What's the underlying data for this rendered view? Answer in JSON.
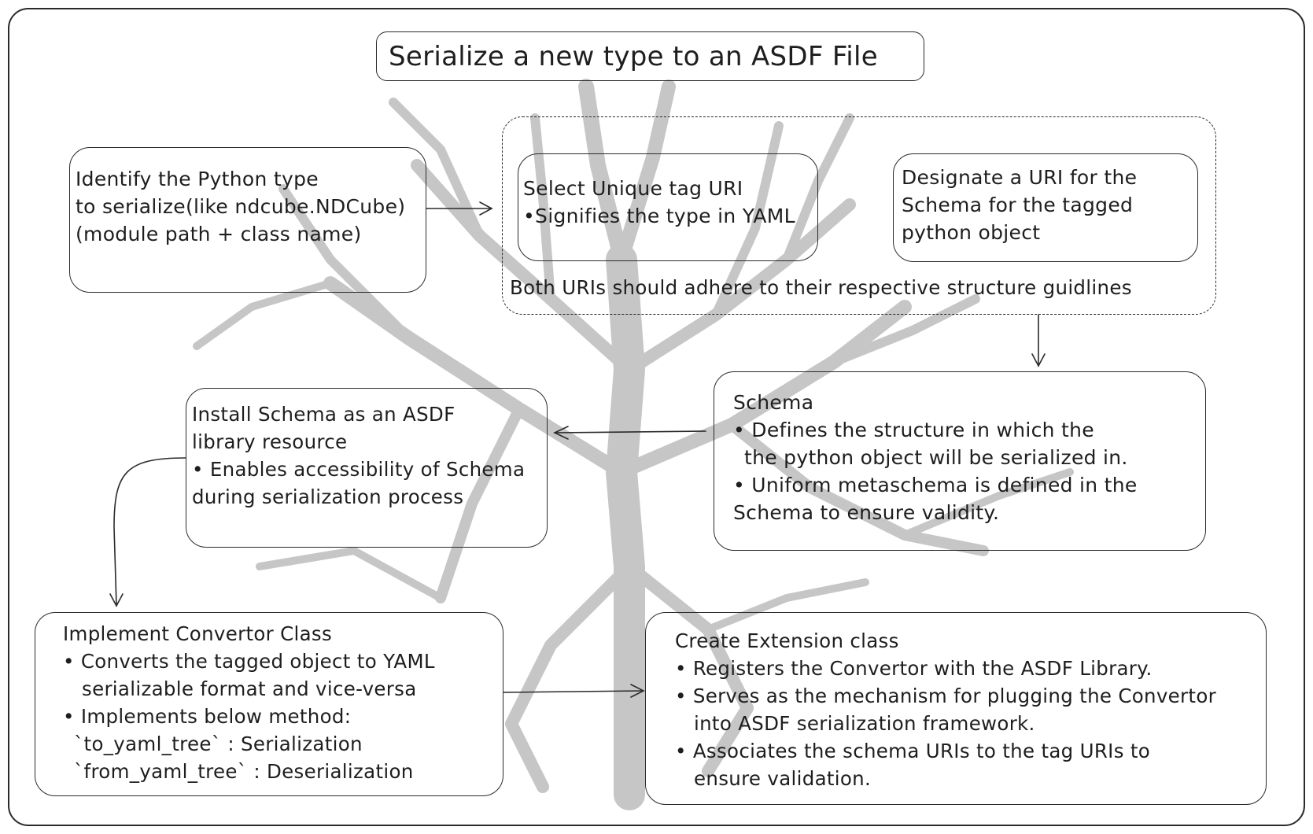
{
  "title": "Serialize a new type to an ASDF File",
  "steps": {
    "identify": {
      "lines": [
        "Identify the Python type",
        "to serialize(like ndcube.NDCube)",
        "(module path + class name)"
      ]
    },
    "tag_uri": {
      "lines": [
        "Select Unique tag URI",
        "•Signifies the type in YAML"
      ]
    },
    "schema_uri": {
      "lines": [
        "Designate a URI for the",
        "Schema for the tagged",
        "python object"
      ]
    },
    "uri_note": "Both URIs should adhere to their respective structure guidlines",
    "schema": {
      "heading": "Schema",
      "lines": [
        "• Defines the structure in which the",
        "the python object will be serialized in.",
        "• Uniform metaschema is defined in the",
        "Schema to ensure validity."
      ]
    },
    "install": {
      "lines": [
        "Install Schema as an ASDF",
        "library resource",
        "• Enables accessibility of Schema",
        "during serialization process"
      ]
    },
    "convertor": {
      "heading": "Implement Convertor Class",
      "lines": [
        "• Converts the tagged object to YAML",
        "serializable format and vice-versa",
        "• Implements below method:",
        "`to_yaml_tree` : Serialization",
        "`from_yaml_tree` : Deserialization"
      ]
    },
    "extension": {
      "heading": "Create Extension class",
      "lines": [
        "• Registers the Convertor with the ASDF Library.",
        "• Serves as the mechanism for plugging the Convertor",
        "into ASDF serialization framework.",
        "• Associates the schema URIs to the tag URIs to",
        "ensure validation."
      ]
    }
  },
  "colors": {
    "ink": "#1e1e1e",
    "watermark": "#c4c4c4"
  },
  "background_image": "tree-watermark"
}
